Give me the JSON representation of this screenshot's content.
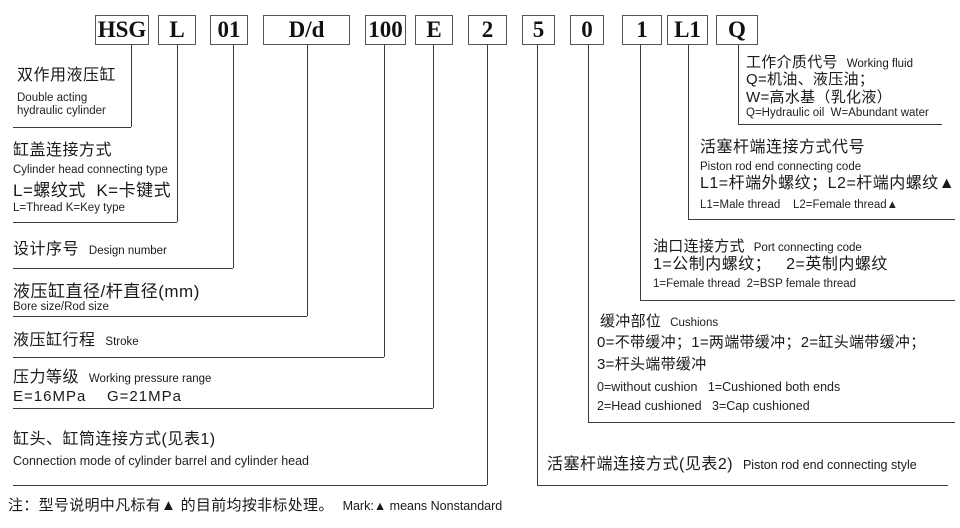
{
  "code_segments": [
    "HSG",
    "L",
    "01",
    "D/d",
    "100",
    "E",
    "2",
    "5",
    "0",
    "1",
    "L1",
    "Q"
  ],
  "annotations": {
    "double_acting": {
      "zh": "双作用液压缸",
      "en1": "Double acting",
      "en2": "hydraulic cylinder"
    },
    "head_connect": {
      "zh": "缸盖连接方式",
      "en": "Cylinder head connecting type",
      "codes_zh": "L=螺纹式  K=卡键式",
      "codes_en": "L=Thread K=Key type"
    },
    "design_number": {
      "zh": "设计序号",
      "en": "Design number"
    },
    "bore_rod": {
      "zh": "液压缸直径/杆直径(mm)",
      "en": "Bore size/Rod size"
    },
    "stroke": {
      "zh": "液压缸行程",
      "en": "Stroke"
    },
    "pressure": {
      "zh": "压力等级",
      "en": "Working pressure range",
      "codes": "E=16MPa    G=21MPa"
    },
    "barrel_head": {
      "zh": "缸头、缸筒连接方式(见表1)",
      "en": "Connection mode of cylinder barrel and cylinder head"
    },
    "working_fluid": {
      "zh": "工作介质代号",
      "en": "Working fluid",
      "codes_zh1": "Q=机油、液压油；",
      "codes_zh2": "W=高水基（乳化液）",
      "codes_en": "Q=Hydraulic oil  W=Abundant water"
    },
    "rod_end_code": {
      "zh": "活塞杆端连接方式代号",
      "en": "Piston rod end connecting code",
      "codes_zh": "L1=杆端外螺纹；L2=杆端内螺纹▲",
      "codes_en": "L1=Male thread    L2=Female thread▲"
    },
    "port_connect": {
      "zh": "油口连接方式",
      "en": "Port connecting code",
      "codes_zh": "1=公制内螺纹；   2=英制内螺纹",
      "codes_en": "1=Female thread  2=BSP female thread"
    },
    "cushions": {
      "zh": "缓冲部位",
      "en": "Cushions",
      "codes_zh1": "0=不带缓冲；1=两端带缓冲；2=缸头端带缓冲；",
      "codes_zh2": "3=杆头端带缓冲",
      "codes_en1": "0=without cushion   1=Cushioned both ends",
      "codes_en2": "2=Head cushioned   3=Cap cushioned"
    },
    "rod_end_style": {
      "zh": "活塞杆端连接方式(见表2)",
      "en": "Piston rod end connecting style"
    }
  },
  "note": {
    "zh": "注：型号说明中凡标有▲ 的目前均按非标处理。",
    "en": "Mark:▲ means Nonstandard"
  },
  "colors": {
    "line": "#3c3c3c",
    "text": "#1a1a1a",
    "background": "#ffffff"
  }
}
